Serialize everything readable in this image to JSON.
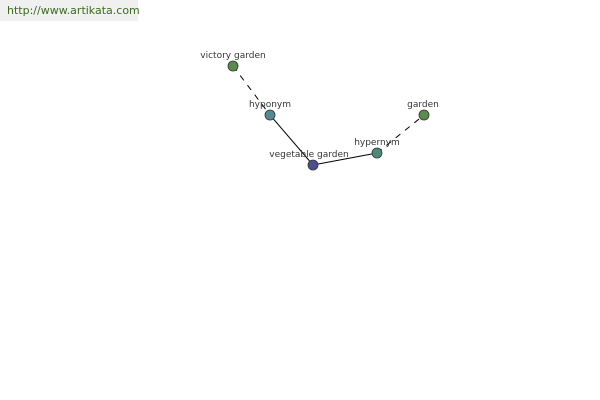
{
  "site": {
    "url_label": "http://www.artikata.com"
  },
  "graph": {
    "nodes": {
      "victory_garden": {
        "label": "victory garden",
        "color": "#5a8a4c"
      },
      "hyponym": {
        "label": "hyponym",
        "color": "#4f8d93"
      },
      "vegetable_garden": {
        "label": "vegetable garden",
        "color": "#4a4f8e"
      },
      "hypernym": {
        "label": "hypernym",
        "color": "#4c8a7a"
      },
      "garden": {
        "label": "garden",
        "color": "#5a8a4c"
      }
    },
    "edge_color": "#000000"
  }
}
